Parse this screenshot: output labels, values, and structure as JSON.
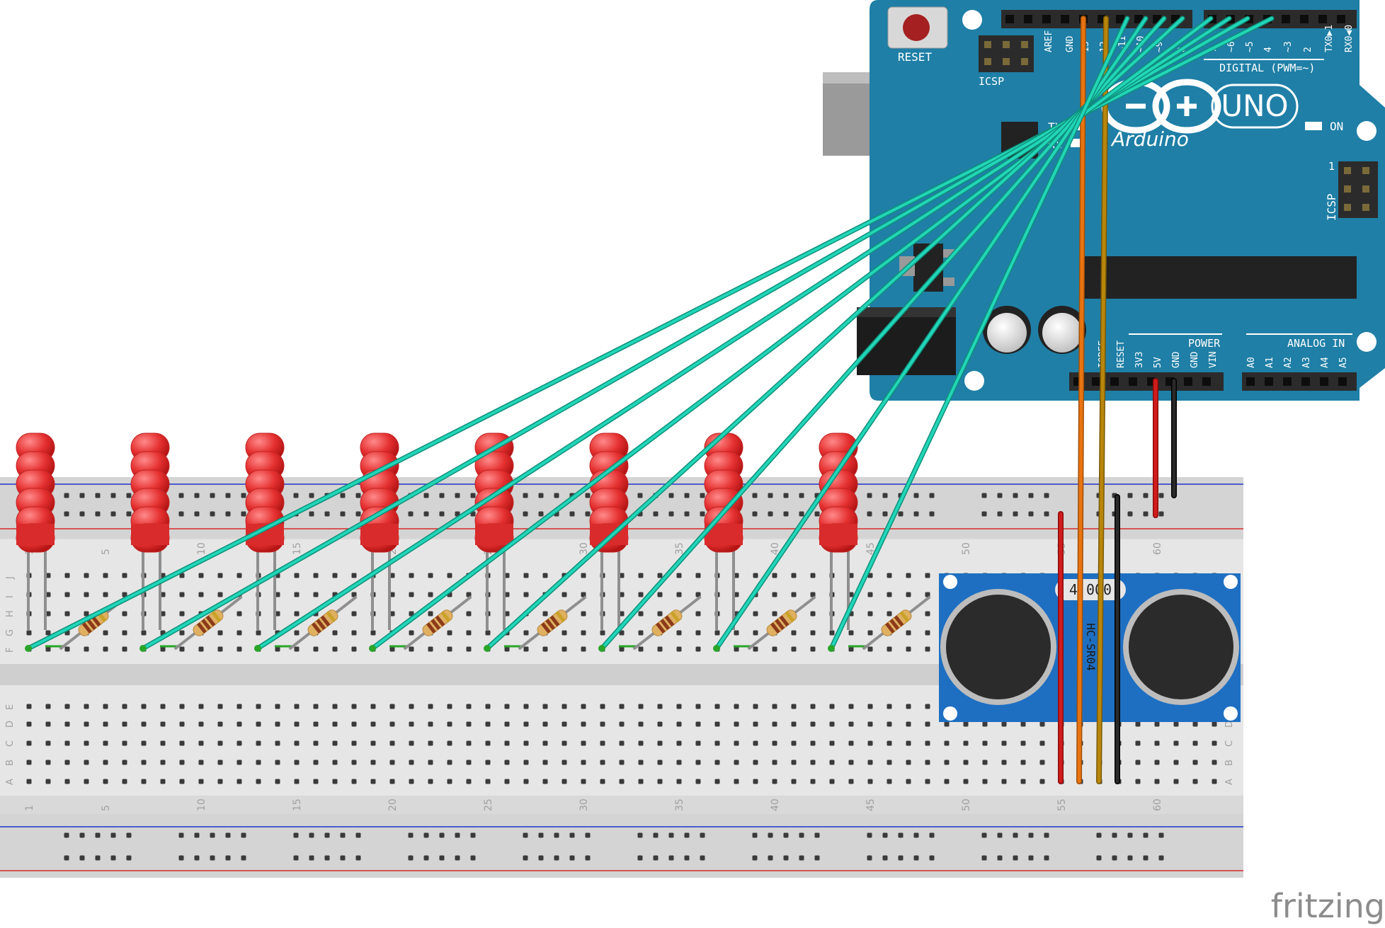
{
  "brand": "fritzing",
  "colors": {
    "board": "#1f7fa6",
    "board_dark": "#186b8c",
    "breadboard": "#dcdcdc",
    "breadboard_row": "#e8e8e8",
    "rail_red": "#d62828",
    "rail_blue": "#2233cc",
    "hole": "#3a3a3a",
    "hole_active": "#2aa52a",
    "jumper_cyan": "#22d6b8",
    "wire_orange": "#e87411",
    "wire_olive": "#b8860b",
    "wire_red": "#d21c1c",
    "wire_black": "#1a1a1a",
    "led_red": "#e53030",
    "sensor": "#1e6fc2"
  },
  "arduino": {
    "reset_label": "RESET",
    "icsp_label": "ICSP",
    "icsp2_label": "ICSP",
    "icsp2_pin1": "1",
    "digital_label": "DIGITAL (PWM=~)",
    "uno_label": "UNO",
    "brand_label": "Arduino",
    "on_label": "ON",
    "tx_label": "TX",
    "rx_label": "RX",
    "power_label": "POWER",
    "analog_label": "ANALOG IN",
    "top_pins": [
      "AREF",
      "GND",
      "13",
      "12",
      "~11",
      "~10",
      "~9",
      "8",
      "7",
      "~6",
      "~5",
      "4",
      "~3",
      "2",
      "TX0▶1",
      "RX0◀0"
    ],
    "power_pins": [
      "IOREF",
      "RESET",
      "3V3",
      "5V",
      "GND",
      "GND",
      "VIN"
    ],
    "analog_pins": [
      "A0",
      "A1",
      "A2",
      "A3",
      "A4",
      "A5"
    ]
  },
  "breadboard": {
    "columns_top": [
      "1",
      "5",
      "10",
      "15",
      "20",
      "25",
      "30",
      "35",
      "40",
      "45",
      "50",
      "55",
      "60"
    ],
    "columns_bottom": [
      "1",
      "5",
      "10",
      "15",
      "20",
      "25",
      "30",
      "35",
      "40",
      "45",
      "50",
      "55",
      "60"
    ],
    "rows_top": [
      "J",
      "I",
      "H",
      "G",
      "F"
    ],
    "rows_bottom": [
      "E",
      "D",
      "C",
      "B",
      "A"
    ]
  },
  "sensor": {
    "model": "HC-SR04",
    "crystal": "4.000"
  }
}
